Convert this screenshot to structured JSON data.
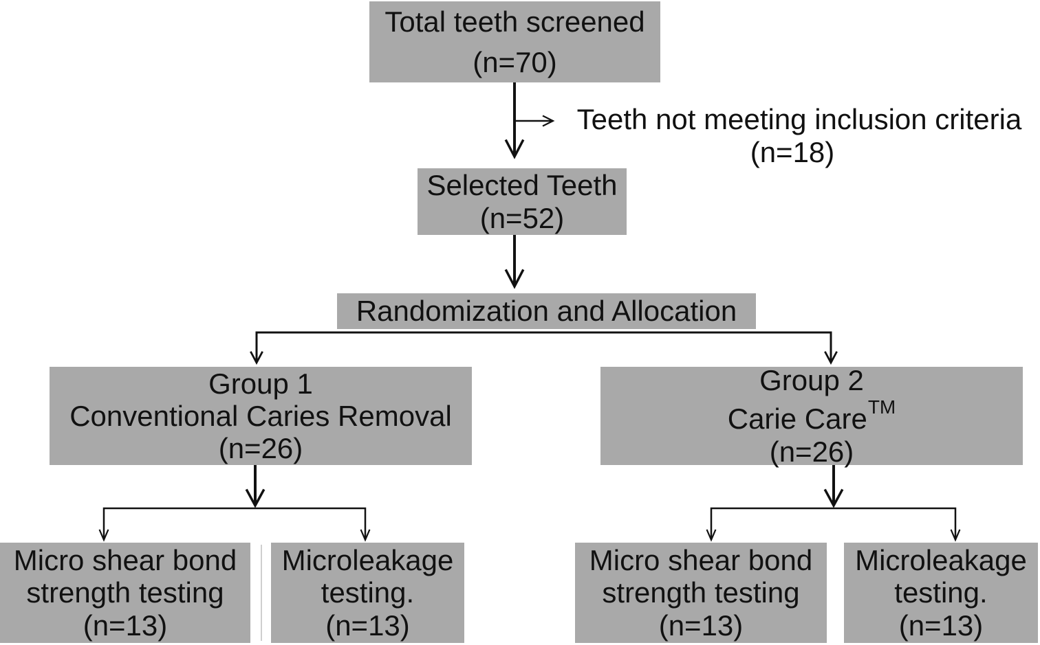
{
  "screened": {
    "title": "Total teeth screened",
    "count": "(n=70)"
  },
  "excluded": {
    "title": "Teeth not meeting inclusion criteria",
    "count": "(n=18)"
  },
  "selected": {
    "title": "Selected Teeth",
    "count": "(n=52)"
  },
  "randomization": {
    "title": "Randomization and Allocation"
  },
  "group1": {
    "name": "Group 1",
    "method": "Conventional Caries Removal",
    "count": "(n=26)"
  },
  "group2": {
    "name": "Group 2",
    "method": "Carie Care",
    "trademark": "TM",
    "count": "(n=26)"
  },
  "group1_tests": [
    {
      "line1": "Micro shear bond",
      "line2": "strength testing",
      "count": "(n=13)"
    },
    {
      "line1": "Microleakage",
      "line2": "testing.",
      "count": "(n=13)"
    }
  ],
  "group2_tests": [
    {
      "line1": "Micro shear bond",
      "line2": "strength testing",
      "count": "(n=13)"
    },
    {
      "line1": "Microleakage",
      "line2": "testing.",
      "count": "(n=13)"
    }
  ],
  "colors": {
    "box_fill": "#a9a9a9",
    "line": "#111111",
    "text": "#111111"
  }
}
